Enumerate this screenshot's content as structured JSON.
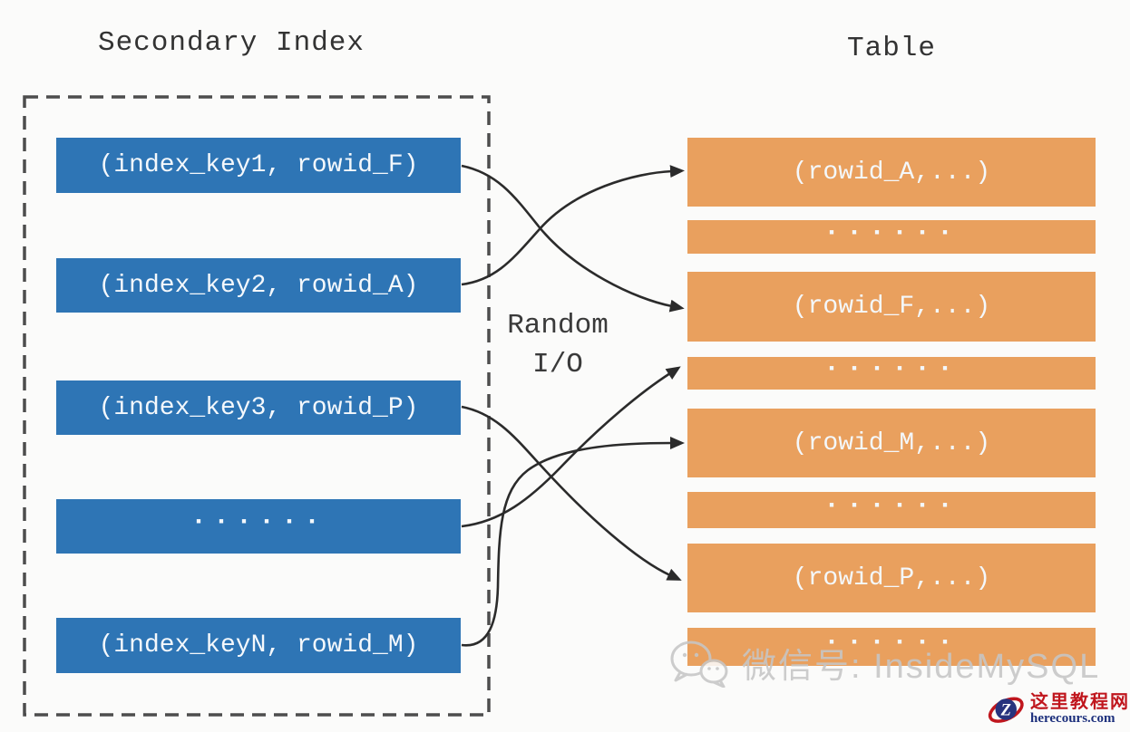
{
  "diagram": {
    "left_panel": {
      "title": "Secondary Index",
      "rows": [
        {
          "label": "(index_key1, rowid_F)"
        },
        {
          "label": "(index_key2, rowid_A)"
        },
        {
          "label": "(index_key3, rowid_P)"
        },
        {
          "label": "......"
        },
        {
          "label": "(index_keyN, rowid_M)"
        }
      ]
    },
    "right_panel": {
      "title": "Table",
      "rows": [
        {
          "label": "(rowid_A,...)"
        },
        {
          "label": "......"
        },
        {
          "label": "(rowid_F,...)"
        },
        {
          "label": "......"
        },
        {
          "label": "(rowid_M,...)"
        },
        {
          "label": "......"
        },
        {
          "label": "(rowid_P,...)"
        },
        {
          "label": "......"
        }
      ]
    },
    "center_label": {
      "line1": "Random",
      "line2": "I/O"
    },
    "connections": [
      {
        "from": "(index_key1, rowid_F)",
        "to": "(rowid_F,...)"
      },
      {
        "from": "(index_key2, rowid_A)",
        "to": "(rowid_A,...)"
      },
      {
        "from": "(index_key3, rowid_P)",
        "to": "(rowid_P,...)"
      },
      {
        "from": "......",
        "to": "......"
      },
      {
        "from": "(index_keyN, rowid_M)",
        "to": "(rowid_M,...)"
      }
    ]
  },
  "watermark": {
    "icon": "wechat-icon",
    "text": "微信号: InsideMySQL"
  },
  "logo": {
    "symbol": "Z",
    "site_name": "这里教程网",
    "site_domain": "herecours.com"
  },
  "colors": {
    "index_box": "#2e75b5",
    "table_box": "#e9a05e",
    "box_text": "#f4f8fc",
    "title_text": "#333333",
    "arrow": "#2b2b2b",
    "dashed_border": "#4d4d4d",
    "watermark": "#c6c6c6",
    "logo_red": "#c0161d",
    "logo_navy": "#1c2f7c"
  }
}
